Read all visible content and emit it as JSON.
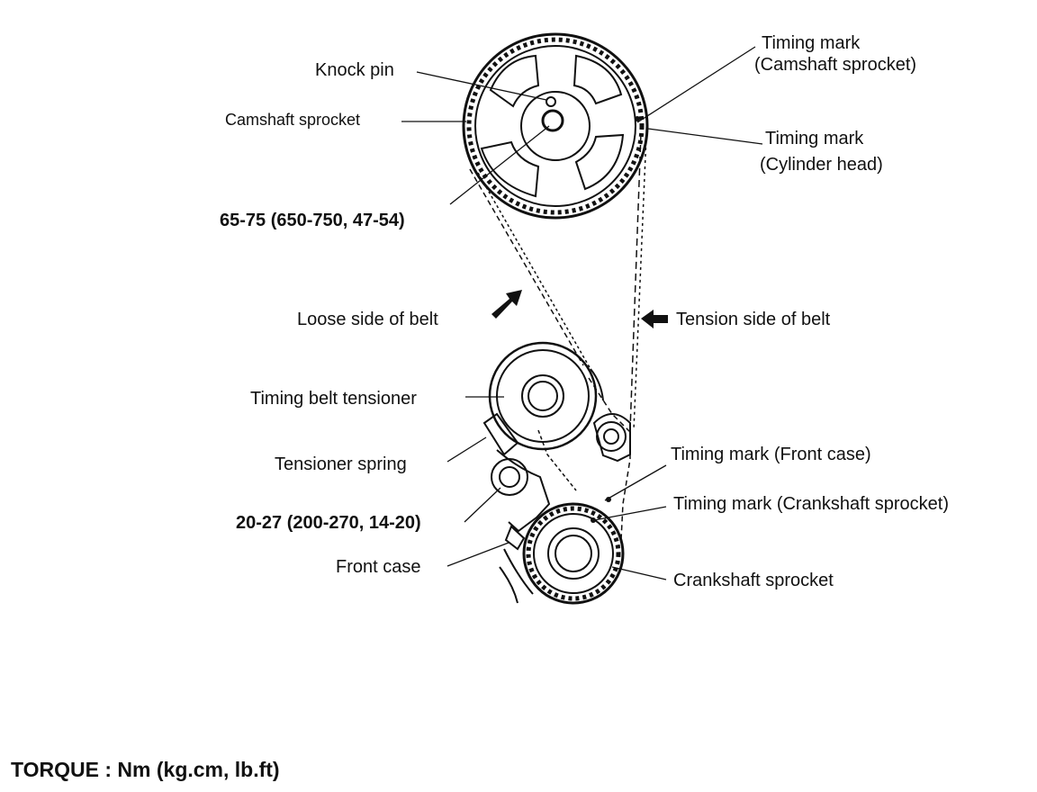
{
  "labels": {
    "knock_pin": "Knock pin",
    "camshaft_sprocket": "Camshaft sprocket",
    "timing_mark_cam_line1": "Timing mark",
    "timing_mark_cam_line2": "(Camshaft sprocket)",
    "timing_mark_head_line1": "Timing mark",
    "timing_mark_head_line2": "(Cylinder head)",
    "cam_torque": "65-75 (650-750, 47-54)",
    "loose_side": "Loose side of belt",
    "tension_side": "Tension side of belt",
    "tensioner": "Timing belt tensioner",
    "tensioner_spring": "Tensioner spring",
    "tensioner_torque": "20-27 (200-270, 14-20)",
    "front_case": "Front case",
    "timing_mark_front_case": "Timing mark (Front case)",
    "timing_mark_crank": "Timing mark (Crankshaft sprocket)",
    "crankshaft_sprocket": "Crankshaft sprocket"
  },
  "footer": {
    "torque_units": "TORQUE : Nm (kg.cm, lb.ft)"
  }
}
